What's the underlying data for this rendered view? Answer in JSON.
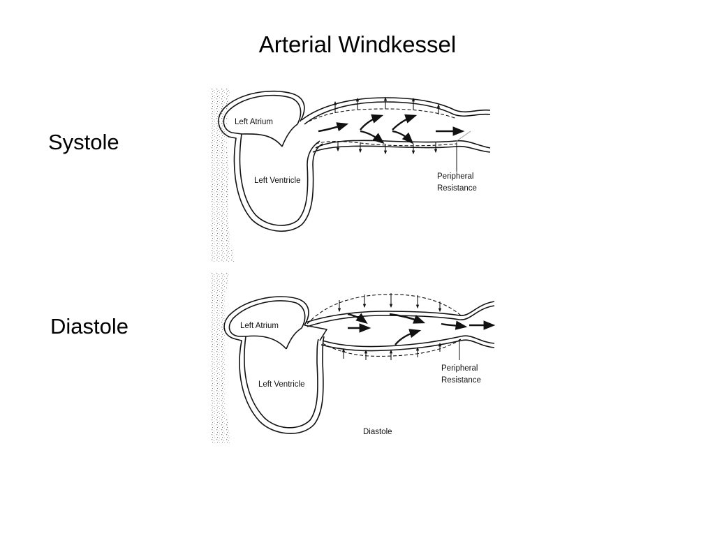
{
  "title": "Arterial Windkessel",
  "phases": {
    "systole": {
      "label": "Systole",
      "atrium": "Left  Atrium",
      "ventricle": "Left Ventricle",
      "resistance_line1": "Peripheral",
      "resistance_line2": "Resistance"
    },
    "diastole": {
      "label": "Diastole",
      "atrium": "Left  Atrium",
      "ventricle": "Left Ventricle",
      "resistance_line1": "Peripheral",
      "resistance_line2": "Resistance",
      "caption": "Diastole"
    }
  },
  "colors": {
    "ink": "#111111",
    "shading": "#9a9a9a",
    "background": "#ffffff"
  }
}
